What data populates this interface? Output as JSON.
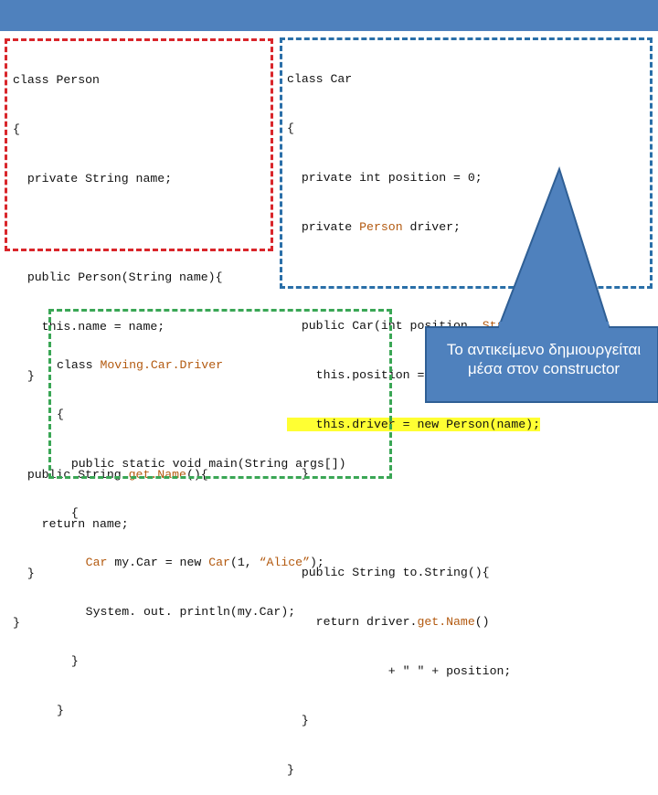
{
  "colors": {
    "header_bar": "#4f81bd",
    "person_box": "#d9262b",
    "car_box": "#2a6fa8",
    "driver_box": "#3aa655",
    "callout": "#4f81bd",
    "highlight": "#ffff33",
    "keyword_accent": "#b35a10"
  },
  "person_code": {
    "l1": "class Person",
    "l2": "{",
    "l3": "  private String name;",
    "l5": "  public Person(String name){",
    "l6": "    this.name = name;",
    "l7": "  }",
    "l9a": "  public String ",
    "l9b": "get.Name",
    "l9c": "(){",
    "l10": "    return name;",
    "l11": "  }",
    "l12": "}"
  },
  "car_code": {
    "l1": "class Car",
    "l2": "{",
    "l3": "  private int position = 0;",
    "l4a": "  private ",
    "l4b": "Person",
    "l4c": " driver;",
    "l6a": "  public Car(int position, ",
    "l6b": "String name",
    "l6c": "){",
    "l7": "    this.position = position;",
    "l8": "    this.driver = new Person(name);",
    "l9": "  }",
    "l11": "  public String to.String(){",
    "l12a": "    return driver.",
    "l12b": "get.Name",
    "l12c": "()",
    "l13": "              + \" \" + position;",
    "l14": "  }",
    "l15": "}"
  },
  "driver_code": {
    "l1a": "class ",
    "l1b": "Moving.Car.Driver",
    "l2": "{",
    "l3": "  public static void main(String args[])",
    "l4": "  {",
    "l5a": "    ",
    "l5b": "Car",
    "l5c": " my.Car = new ",
    "l5d": "Car",
    "l5e": "(1, ",
    "l5f": "“Alice”",
    "l5g": ");",
    "l6": "    System. out. println(my.Car);",
    "l7": "  }",
    "l8": "}"
  },
  "callout": {
    "line1": "Το αντικείμενο δημιουργείται",
    "line2": "μέσα στον constructor"
  }
}
